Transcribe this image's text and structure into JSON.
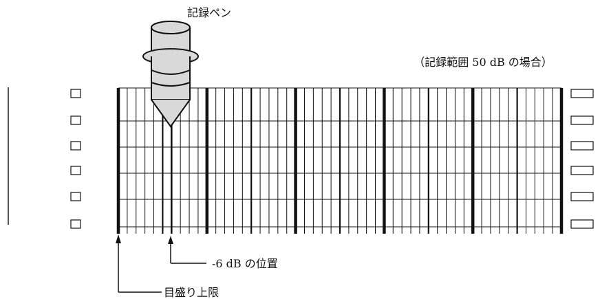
{
  "labels": {
    "pen": "記録ペン",
    "range_note": "（記録範囲 50 dB の場合）",
    "minus6": "-6 dB の位置",
    "scale_top": "目盛り上限"
  },
  "colors": {
    "ink": "#111111",
    "pen_body": "#d9d9d9",
    "paper": "#ffffff"
  },
  "chart_paper": {
    "range_db": 50,
    "minor_step_db": 1,
    "bold_every_db": 10,
    "medium_every_db": 5,
    "horizontal_rows": 6,
    "sprocket_holes_per_side": 6,
    "pen_position_db": -6
  }
}
